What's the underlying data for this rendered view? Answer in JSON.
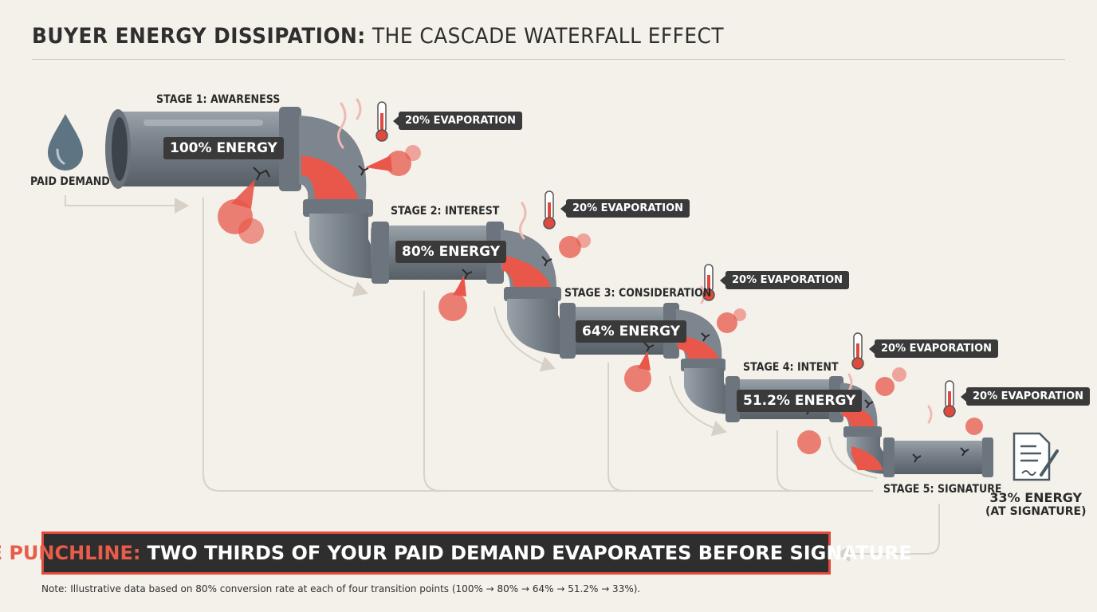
{
  "title": {
    "bold": "BUYER ENERGY DISSIPATION:",
    "rest": "THE CASCADE WATERFALL EFFECT"
  },
  "source_label": "PAID DEMAND",
  "stages": [
    {
      "label": "STAGE 1: AWARENESS",
      "energy": "100% ENERGY",
      "evaporation": "20% EVAPORATION"
    },
    {
      "label": "STAGE 2: INTEREST",
      "energy": "80% ENERGY",
      "evaporation": "20% EVAPORATION"
    },
    {
      "label": "STAGE 3: CONSIDERATION",
      "energy": "64% ENERGY",
      "evaporation": "20% EVAPORATION"
    },
    {
      "label": "STAGE 4: INTENT",
      "energy": "51.2% ENERGY",
      "evaporation": "20% EVAPORATION"
    },
    {
      "label": "STAGE 5: SIGNATURE",
      "evaporation": "20% EVAPORATION"
    }
  ],
  "final": {
    "energy": "33% ENERGY",
    "note": "(AT SIGNATURE)"
  },
  "punchline": {
    "prefix": "THE PUNCHLINE:",
    "text": "TWO THIRDS OF YOUR PAID DEMAND EVAPORATES BEFORE SIGNATURE"
  },
  "footnote": "Note: Illustrative data based on 80% conversion rate at each of four transition points (100% → 80% → 64% → 51.2% → 33%).",
  "colors": {
    "pipe": "#7d868e",
    "pipe_dark": "#5d656d",
    "leak": "#e8574a",
    "badge": "#3a3a3a",
    "background": "#f4f1ea",
    "accent": "#e0493d"
  },
  "icons": [
    "water-drop-icon",
    "thermometer-icon",
    "contract-signature-icon",
    "arrow-icon"
  ]
}
